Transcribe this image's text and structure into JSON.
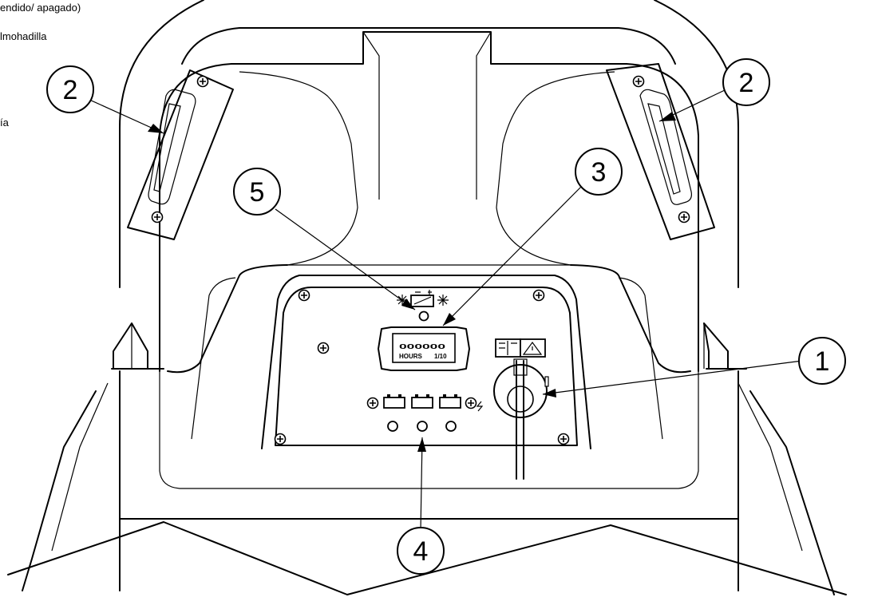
{
  "legend": [
    "endido/ apagado)",
    "lmohadilla",
    "ía"
  ],
  "callouts": [
    {
      "number": "1",
      "part": "key-switch"
    },
    {
      "number": "2",
      "part": "handle-grip-left"
    },
    {
      "number": "2",
      "part": "handle-grip-right"
    },
    {
      "number": "3",
      "part": "hour-meter"
    },
    {
      "number": "4",
      "part": "battery-indicator-lights"
    },
    {
      "number": "5",
      "part": "battery-charge-indicator"
    }
  ],
  "hour_meter": {
    "digits": "000000",
    "label": "HOURS",
    "unit": "1/10"
  },
  "icons": [
    "battery-icon",
    "sun-icon",
    "manual-book-icon",
    "warning-icon",
    "screw-icon",
    "key-icon"
  ]
}
